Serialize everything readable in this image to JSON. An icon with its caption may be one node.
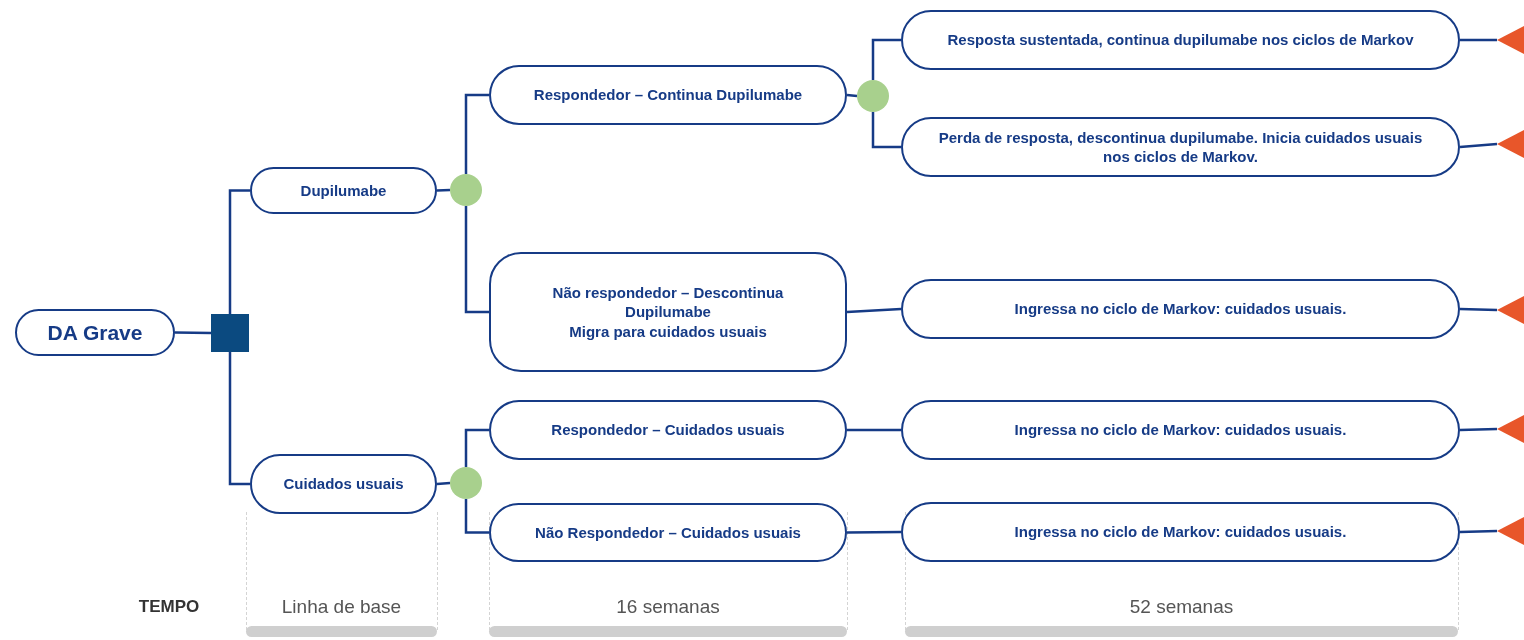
{
  "diagram": {
    "nodes": [
      {
        "text": [
          "DA Grave"
        ]
      },
      {
        "text": [],
        "shape": "box"
      },
      {
        "text": [
          "Dupilumabe"
        ]
      },
      {
        "text": [
          "Cuidados usuais"
        ]
      },
      {
        "text": [],
        "shape": "circle"
      },
      {
        "text": [],
        "shape": "circle"
      },
      {
        "text": [
          "Respondedor – Continua Dupilumabe"
        ]
      },
      {
        "text": [
          "Não respondedor – Descontinua Dupilumabe",
          "Migra para cuidados usuais"
        ]
      },
      {
        "text": [
          "Respondedor – Cuidados usuais"
        ]
      },
      {
        "text": [
          "Não Respondedor – Cuidados usuais"
        ]
      },
      {
        "text": [],
        "shape": "circle"
      },
      {
        "text": [
          "Resposta sustentada, continua dupilumabe nos ciclos de Markov"
        ]
      },
      {
        "text": [
          "Perda de resposta, descontinua dupilumabe. Inicia cuidados usuais nos ciclos de Markov."
        ]
      },
      {
        "text": [
          "Ingressa no ciclo de Markov: cuidados usuais."
        ]
      },
      {
        "text": [
          "Ingressa no ciclo de Markov: cuidados usuais."
        ]
      },
      {
        "text": [
          "Ingressa no ciclo de Markov: cuidados usuais."
        ]
      },
      {
        "text": [],
        "shape": "triangle"
      },
      {
        "text": [],
        "shape": "triangle"
      },
      {
        "text": [],
        "shape": "triangle"
      },
      {
        "text": [],
        "shape": "triangle"
      },
      {
        "text": [],
        "shape": "triangle"
      }
    ],
    "edges": [
      {
        "from": 0,
        "to": 1,
        "arrow": "none"
      },
      {
        "from": 1,
        "to": 2,
        "arrow": "none"
      },
      {
        "from": 1,
        "to": 3,
        "arrow": "none"
      },
      {
        "from": 2,
        "to": 4,
        "arrow": "none"
      },
      {
        "from": 3,
        "to": 5,
        "arrow": "none"
      },
      {
        "from": 4,
        "to": 6,
        "arrow": "none"
      },
      {
        "from": 4,
        "to": 7,
        "arrow": "none"
      },
      {
        "from": 5,
        "to": 8,
        "arrow": "none"
      },
      {
        "from": 5,
        "to": 9,
        "arrow": "none"
      },
      {
        "from": 6,
        "to": 10,
        "arrow": "none"
      },
      {
        "from": 10,
        "to": 11,
        "arrow": "none"
      },
      {
        "from": 10,
        "to": 12,
        "arrow": "none"
      },
      {
        "from": 7,
        "to": 13,
        "arrow": "none"
      },
      {
        "from": 8,
        "to": 14,
        "arrow": "none"
      },
      {
        "from": 9,
        "to": 15,
        "arrow": "none"
      },
      {
        "from": 11,
        "to": 16,
        "arrow": "none"
      },
      {
        "from": 12,
        "to": 17,
        "arrow": "none"
      },
      {
        "from": 13,
        "to": 18,
        "arrow": "none"
      },
      {
        "from": 14,
        "to": 19,
        "arrow": "none"
      },
      {
        "from": 15,
        "to": 20,
        "arrow": "none"
      }
    ],
    "labels": [
      "TEMPO",
      "Linha de base",
      "16 semanas",
      "52 semanas"
    ]
  }
}
